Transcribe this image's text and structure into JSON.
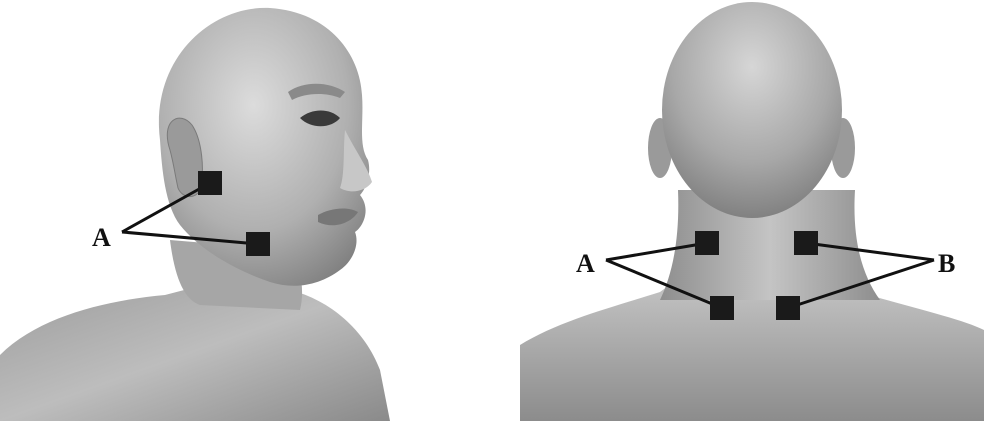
{
  "views": {
    "side": {
      "label_a": "A"
    },
    "back": {
      "label_a": "A",
      "label_b": "B"
    }
  },
  "colors": {
    "background": "#ffffff",
    "skin_light": "#d2d2d2",
    "skin_mid": "#a9a9a9",
    "skin_dark": "#6e6e6e",
    "electrode": "#1a1a1a",
    "leader_line": "#111111"
  }
}
